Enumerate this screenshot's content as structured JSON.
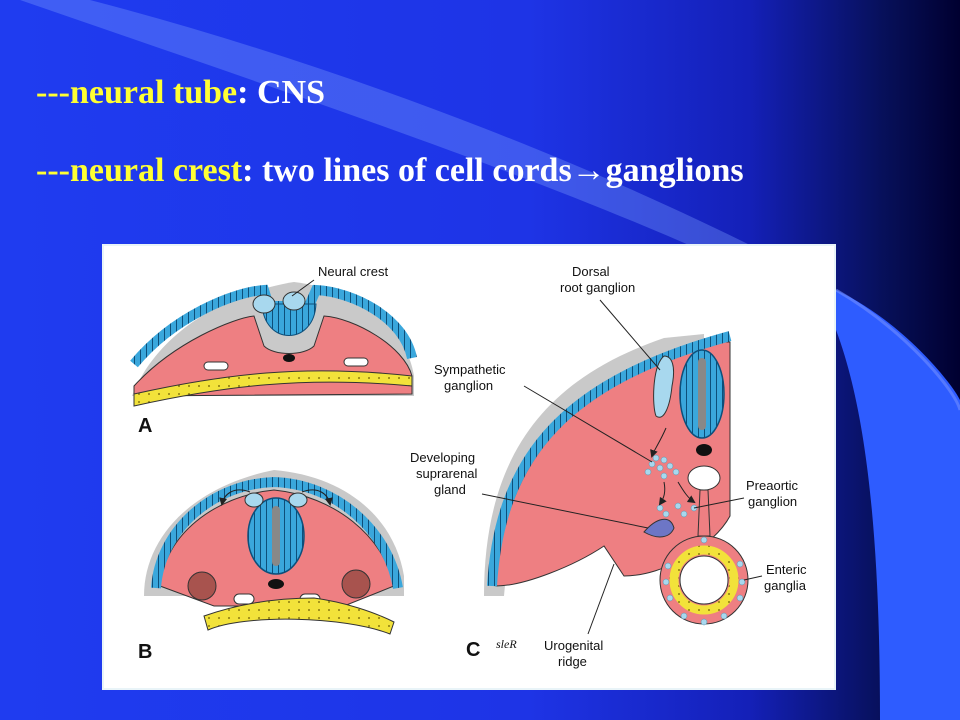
{
  "slide": {
    "line1": {
      "dash": "---",
      "term": "neural tube",
      "rest": ": CNS"
    },
    "line2": {
      "dash": "---",
      "term": "neural crest",
      "rest": ": two lines of cell cords→ganglions"
    }
  },
  "figure": {
    "labels": {
      "neural_crest": "Neural crest",
      "dorsal_1": "Dorsal",
      "dorsal_2": "root ganglion",
      "sympathetic_1": "Sympathetic",
      "sympathetic_2": "ganglion",
      "developing_1": "Developing",
      "developing_2": "suprarenal",
      "developing_3": "gland",
      "preaortic_1": "Preaortic",
      "preaortic_2": "ganglion",
      "enteric_1": "Enteric",
      "enteric_2": "ganglia",
      "urogenital_1": "Urogenital",
      "urogenital_2": "ridge",
      "signature": "sleR"
    },
    "panels": {
      "a": "A",
      "b": "B",
      "c": "C"
    }
  },
  "colors": {
    "background": "#1f3cf0",
    "text": "#ffffff",
    "highlight": "#ffff33",
    "ectoderm": "#3aa7dc",
    "mesoderm": "#ee7f82",
    "neural_crest_cells": "#a8d8ee",
    "endoderm": "#f2e23a"
  }
}
